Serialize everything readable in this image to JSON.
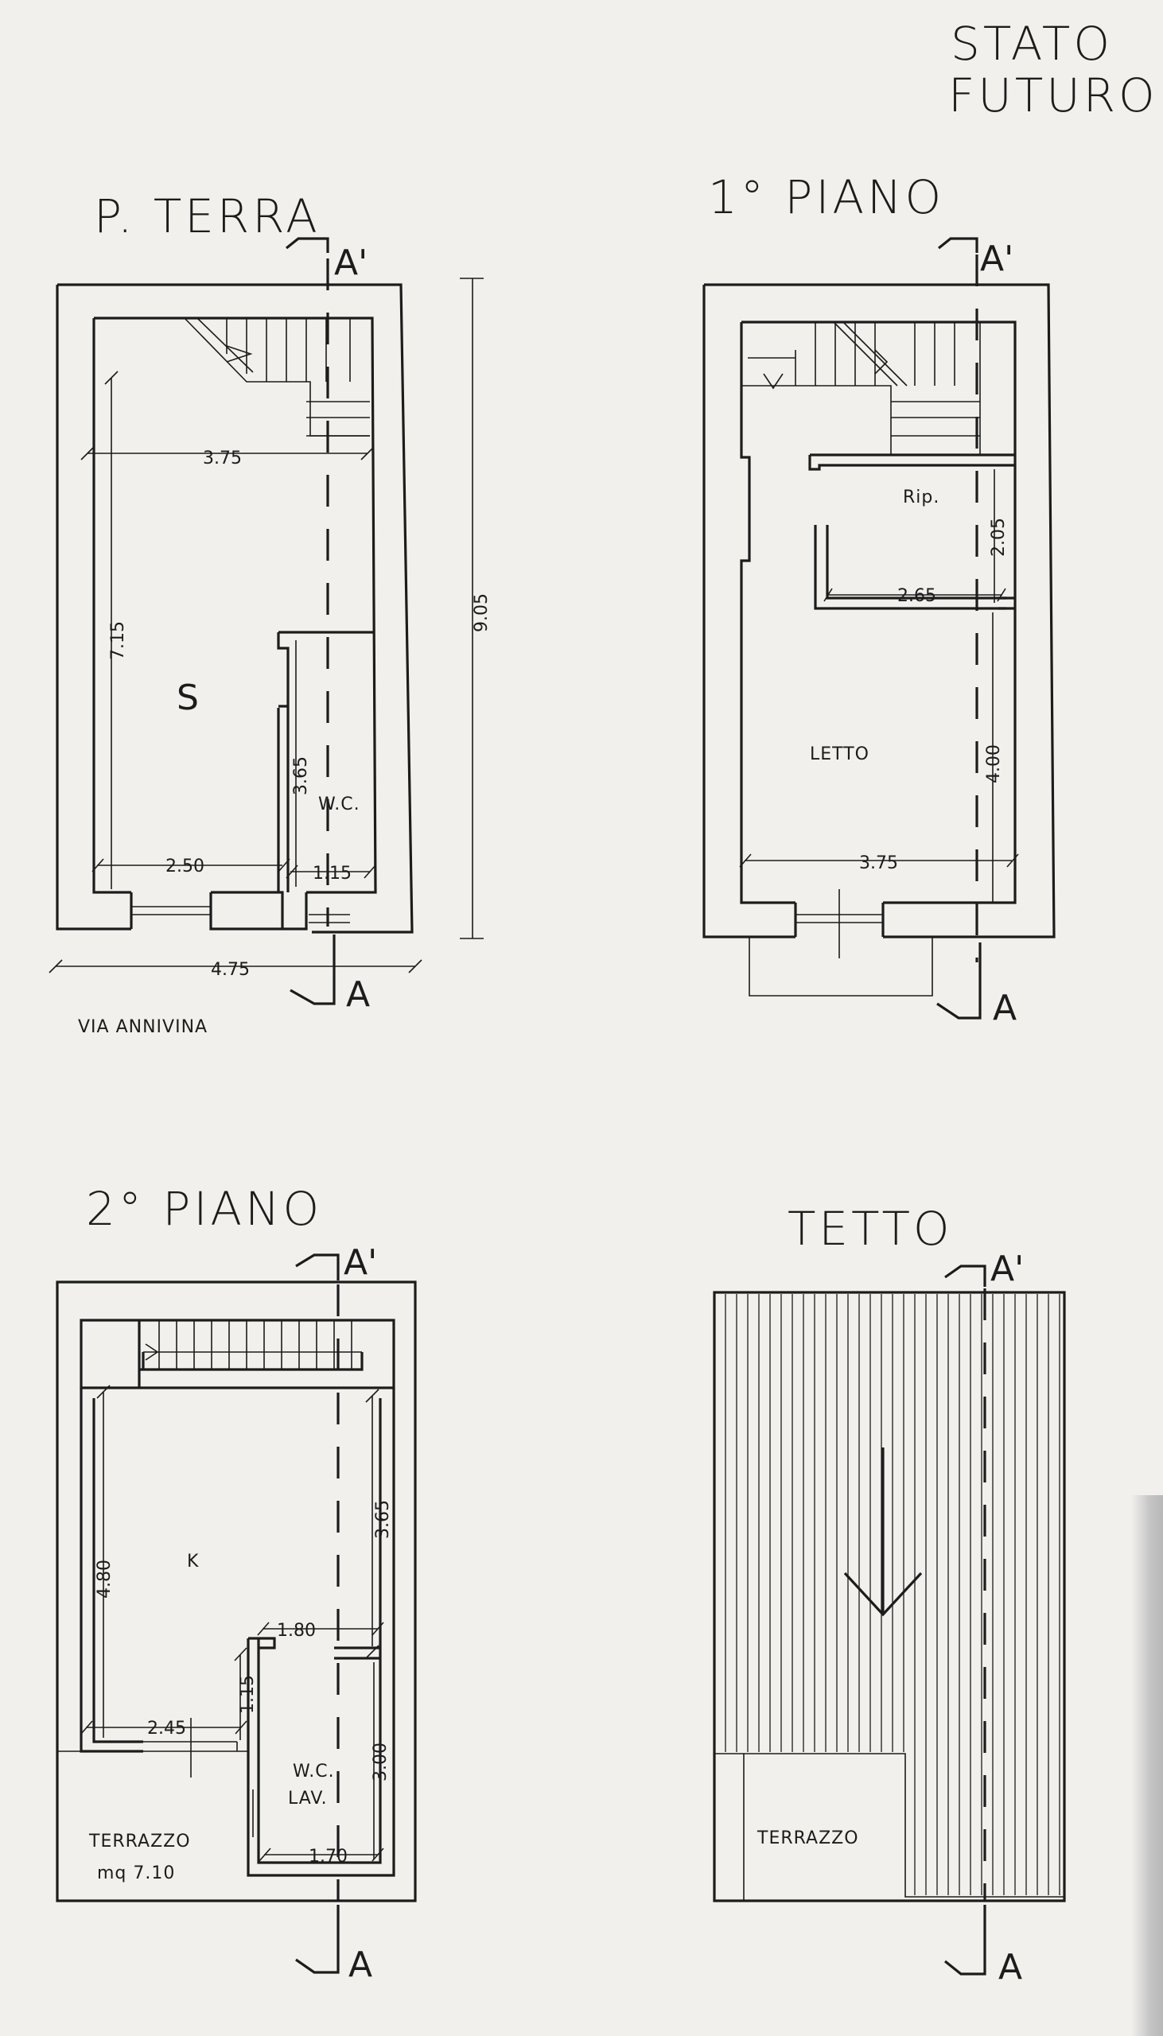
{
  "header": {
    "line1": "STATO",
    "line2": "FUTURO"
  },
  "plans": {
    "ground": {
      "title": "P. TERRA",
      "street": "VIA ANNIVINA",
      "rooms": {
        "living": "S",
        "wc": "W.C."
      },
      "dims": {
        "overall_height": "9.05",
        "overall_width": "4.75",
        "living_width": "3.75",
        "living_height": "7.15",
        "front_left": "2.50",
        "front_right": "1.15",
        "wc_height": "3.65"
      }
    },
    "first": {
      "title": "1° PIANO",
      "rooms": {
        "closet": "Rip.",
        "bedroom": "LETTO"
      },
      "dims": {
        "closet_height": "2.05",
        "closet_width": "2.65",
        "bedroom_height": "4.00",
        "bedroom_width": "3.75"
      }
    },
    "second": {
      "title": "2° PIANO",
      "rooms": {
        "kitchen": "K",
        "wc_1": "W.C.",
        "wc_2": "LAV.",
        "terrace": "TERRAZZO",
        "terrace_area": "mq 7.10"
      },
      "dims": {
        "kitchen_height": "4.80",
        "right_upper": "3.65",
        "wc_top_width": "1.80",
        "hall": "1.15",
        "front_left": "2.45",
        "wc_height": "3.00",
        "wc_width": "1.70"
      }
    },
    "roof": {
      "title": "TETTO",
      "rooms": {
        "terrace": "TERRAZZO"
      }
    }
  },
  "section_marks": {
    "top": "A'",
    "bottom": "A"
  }
}
